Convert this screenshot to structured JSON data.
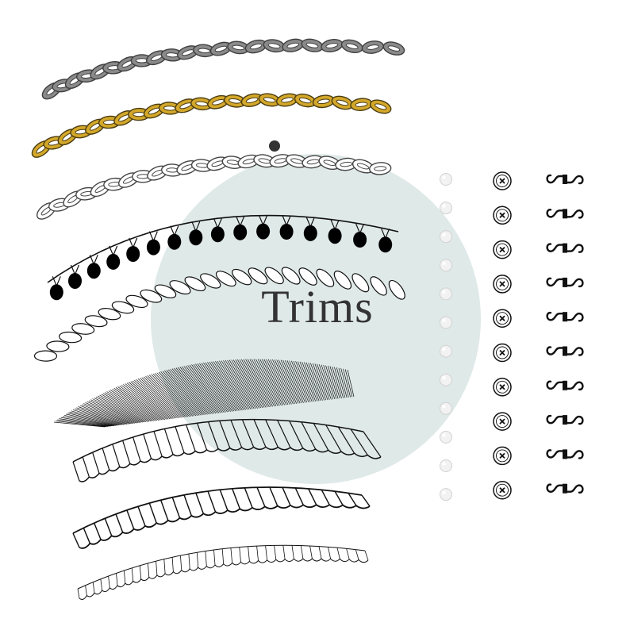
{
  "title": "Trims",
  "colors": {
    "background": "#ffffff",
    "circle": "#dfe9e8",
    "chain_silver": "#8a8a8a",
    "chain_silver_dark": "#3f3f3f",
    "chain_gold": "#d3a72a",
    "chain_gold_dark": "#4a3c10",
    "chain_outline": "#444444",
    "pendant": "#000000",
    "ink": "#111111",
    "pearl": "#f2f2f2",
    "button_fill": "#ffffff",
    "hook": "#111111",
    "dot": "#333333"
  },
  "trims": [
    {
      "name": "silver-curb-chain",
      "style": "chain",
      "fill": "#8a8a8a"
    },
    {
      "name": "gold-curb-chain",
      "style": "chain",
      "fill": "#d3a72a"
    },
    {
      "name": "outline-curb-chain",
      "style": "chain",
      "fill": "#ffffff"
    },
    {
      "name": "pendant-fringe",
      "style": "pendants",
      "count": 16
    },
    {
      "name": "twisted-cord",
      "style": "rope"
    },
    {
      "name": "thread-fringe",
      "style": "fringe"
    },
    {
      "name": "gathered-ruffle",
      "style": "ruffle"
    },
    {
      "name": "pleated-ruffle",
      "style": "pleats"
    },
    {
      "name": "narrow-ruffle",
      "style": "narrow"
    }
  ],
  "pearls": {
    "count": 12,
    "icon": "pearl-bead"
  },
  "buttons": {
    "count": 10,
    "icon": "four-hole-button"
  },
  "hooks": {
    "count": 10,
    "icon": "hook-and-eye"
  }
}
